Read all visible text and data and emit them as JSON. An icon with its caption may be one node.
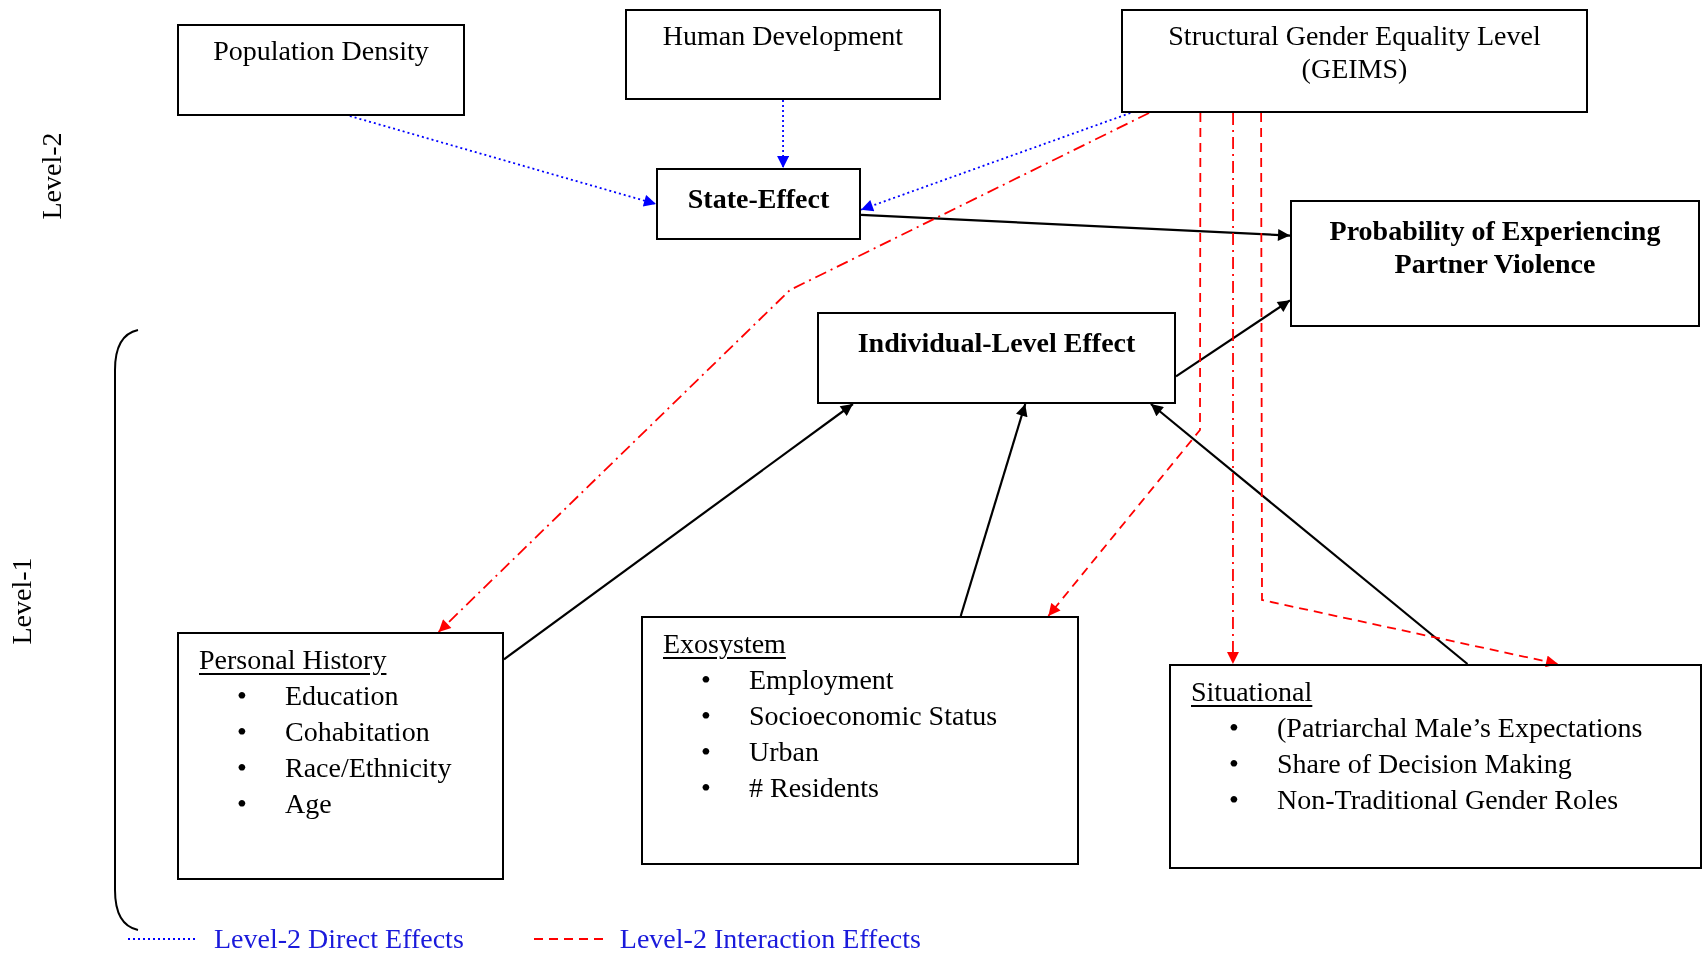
{
  "diagram": {
    "nodes": [
      {
        "text": [
          "Population Density"
        ]
      },
      {
        "text": [
          "Human Development"
        ]
      },
      {
        "text": [
          "Structural Gender Equality Level (GEIMS)"
        ]
      },
      {
        "text": [
          "State-Effect"
        ]
      },
      {
        "text": [
          "Probability of Experiencing Partner Violence"
        ]
      },
      {
        "text": [
          "Individual-Level Effect"
        ]
      },
      {
        "text": [
          "Personal History",
          "•",
          "Education",
          "•",
          "Cohabitation",
          "•",
          "Race/Ethnicity",
          "•",
          "Age"
        ]
      },
      {
        "text": [
          "Exosystem",
          "•",
          "Employment",
          "•",
          "Socioeconomic Status",
          "•",
          "Urban",
          "•",
          "# Residents"
        ]
      },
      {
        "text": [
          "Situational",
          "•",
          "(Patriarchal Male’s Expectations",
          "•",
          "Share of Decision Making",
          "•",
          "Non-Traditional Gender Roles"
        ]
      }
    ],
    "edges": [
      {
        "from": 0,
        "to": 3,
        "arrow": "to",
        "style": "dashed",
        "color": "#0000ff"
      },
      {
        "from": 1,
        "to": 3,
        "arrow": "to",
        "style": "dashed",
        "color": "#0000ff"
      },
      {
        "from": 2,
        "to": 3,
        "arrow": "to",
        "style": "dashed",
        "color": "#0000ff"
      },
      {
        "from": 3,
        "to": 4,
        "arrow": "to"
      },
      {
        "from": 5,
        "to": 4,
        "arrow": "to"
      },
      {
        "from": 6,
        "to": 5,
        "arrow": "to"
      },
      {
        "from": 7,
        "to": 5,
        "arrow": "to"
      },
      {
        "from": 8,
        "to": 5,
        "arrow": "to"
      },
      {
        "from": 2,
        "to": 6,
        "arrow": "to",
        "style": "dashed",
        "color": "#ff0000"
      },
      {
        "from": 2,
        "to": 7,
        "arrow": "to",
        "style": "dashed",
        "color": "#ff0000"
      },
      {
        "from": 2,
        "to": 8,
        "arrow": "to",
        "style": "dashed",
        "color": "#ff0000"
      },
      {
        "from": 2,
        "to": 8,
        "arrow": "to",
        "style": "dashed",
        "color": "#ff0000"
      }
    ],
    "labels": [
      "Level-2",
      "Level-1"
    ],
    "legend": [
      {
        "text": "Level-2 Direct Effects"
      },
      {
        "text": "Level-2 Interaction Effects"
      }
    ]
  }
}
